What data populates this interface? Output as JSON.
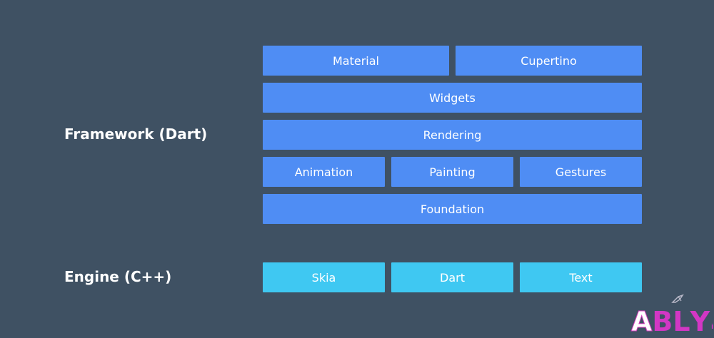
{
  "framework": {
    "label": "Framework (Dart)",
    "rows": [
      [
        "Material",
        "Cupertino"
      ],
      [
        "Widgets"
      ],
      [
        "Rendering"
      ],
      [
        "Animation",
        "Painting",
        "Gestures"
      ],
      [
        "Foundation"
      ]
    ]
  },
  "engine": {
    "label": "Engine (C++)",
    "items": [
      "Skia",
      "Dart",
      "Text"
    ]
  },
  "logo": {
    "letters": [
      "A",
      "B",
      "L",
      "Y"
    ],
    "suffix": "in"
  },
  "colors": {
    "background": "#3f5163",
    "framework_box": "#4f8df4",
    "engine_box": "#3fc8f2",
    "logo_accent": "#d237c4"
  }
}
